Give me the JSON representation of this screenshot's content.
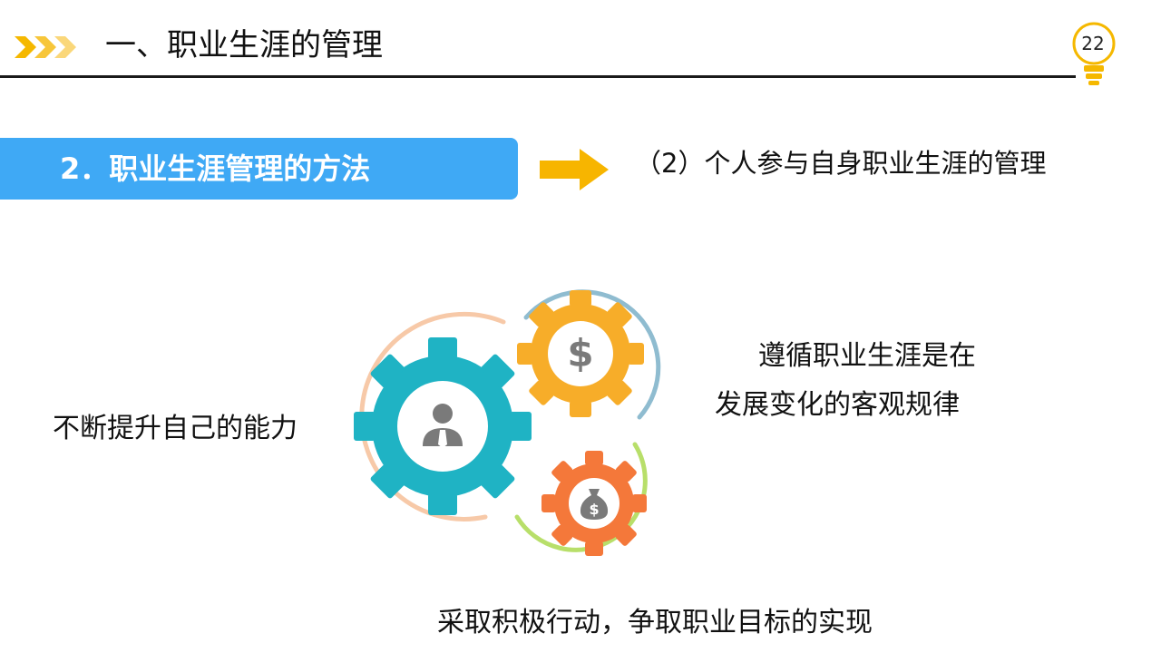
{
  "header": {
    "title": "一、职业生涯的管理",
    "page_number": "22",
    "accent_color": "#f5b800",
    "rule_color": "#1a1a1a"
  },
  "section": {
    "title": "2．职业生涯管理的方法",
    "banner_color": "#3fa9f5"
  },
  "subheading": "（2）个人参与自身职业生涯的管理",
  "diagram": {
    "left_label": "不断提升自己的能力",
    "right_label_line1": "遵循职业生涯是在",
    "right_label_line2": "发展变化的客观规律",
    "bottom_label": "采取积极行动，争取职业目标的实现",
    "gears": [
      {
        "name": "person-gear",
        "icon": "person-icon",
        "color": "#1fb3c4"
      },
      {
        "name": "dollar-gear",
        "icon": "dollar-icon",
        "color": "#f7ad29"
      },
      {
        "name": "money-bag-gear",
        "icon": "money-bag-icon",
        "color": "#f4783a"
      }
    ],
    "ring_colors": [
      "#f7c9a8",
      "#8fbcd0",
      "#b8df6a"
    ]
  }
}
